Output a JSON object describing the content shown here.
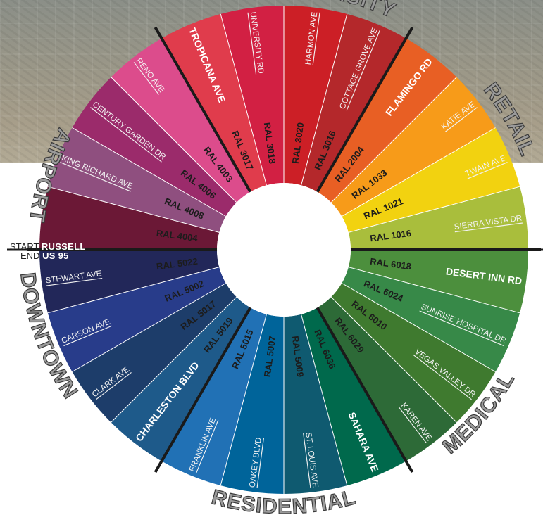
{
  "sectors": [
    {
      "street": "DESERT INN RD",
      "ral": "RAL 6018",
      "color": "#4c8f3d",
      "ral_text": "#1c1c1c",
      "major": true
    },
    {
      "street": "SUNRISE HOSPITAL DR",
      "ral": "RAL 6024",
      "color": "#378948",
      "ral_text": "#1c1c1c",
      "major": false
    },
    {
      "street": "VEGAS VALLEY DR",
      "ral": "RAL 6010",
      "color": "#3f7a2f",
      "ral_text": "#1c1c1c",
      "major": false
    },
    {
      "street": "KAREN AVE",
      "ral": "RAL 6029",
      "color": "#2d6a37",
      "ral_text": "#1c1c1c",
      "major": false
    },
    {
      "street": "SAHARA AVE",
      "ral": "RAL 6036",
      "color": "#00694c",
      "ral_text": "#1c1c1c",
      "major": true
    },
    {
      "street": "ST. LOUIS AVE",
      "ral": "RAL 5009",
      "color": "#0f5a70",
      "ral_text": "#1c1c1c",
      "major": false
    },
    {
      "street": "OAKEY BLVD",
      "ral": "RAL 5007",
      "color": "#00649a",
      "ral_text": "#1c1c1c",
      "major": false
    },
    {
      "street": "FRANKLIN AVE",
      "ral": "RAL 5015",
      "color": "#2171b5",
      "ral_text": "#1c1c1c",
      "major": false
    },
    {
      "street": "CHARLESTON BLVD",
      "ral": "RAL 5019",
      "color": "#1e5a8a",
      "ral_text": "#1c1c1c",
      "major": true
    },
    {
      "street": "CLARK AVE",
      "ral": "RAL 5017",
      "color": "#1d3d6a",
      "ral_text": "#1c1c1c",
      "major": false
    },
    {
      "street": "CARSON AVE",
      "ral": "RAL 5002",
      "color": "#283c8a",
      "ral_text": "#1c1c1c",
      "major": false
    },
    {
      "street": "STEWART AVE",
      "ral": "RAL 5022",
      "color": "#222759",
      "ral_text": "#1c1c1c",
      "major": false
    },
    {
      "street": "",
      "ral": "RAL 4004",
      "color": "#6b1836",
      "ral_text": "#1c1c1c",
      "major": true
    },
    {
      "street": "KING RICHARD AVE",
      "ral": "RAL 4008",
      "color": "#8f4f7f",
      "ral_text": "#1c1c1c",
      "major": false
    },
    {
      "street": "CENTURY GARDEN DR",
      "ral": "RAL 4006",
      "color": "#9b2b6b",
      "ral_text": "#1c1c1c",
      "major": false
    },
    {
      "street": "RENO AVE",
      "ral": "RAL 4003",
      "color": "#dc4c8c",
      "ral_text": "#1c1c1c",
      "major": false
    },
    {
      "street": "TROPICANA AVE",
      "ral": "RAL 3017",
      "color": "#e03c4c",
      "ral_text": "#1c1c1c",
      "major": true
    },
    {
      "street": "UNIVERSITY RD",
      "ral": "RAL 3018",
      "color": "#d22043",
      "ral_text": "#1c1c1c",
      "major": false
    },
    {
      "street": "HARMON AVE",
      "ral": "RAL 3020",
      "color": "#cc1f26",
      "ral_text": "#1c1c1c",
      "major": false
    },
    {
      "street": "COTTAGE GROVE AVE",
      "ral": "RAL 3016",
      "color": "#b4282b",
      "ral_text": "#1c1c1c",
      "major": false
    },
    {
      "street": "FLAMINGO RD",
      "ral": "RAL 2004",
      "color": "#e85f24",
      "ral_text": "#1c1c1c",
      "major": true
    },
    {
      "street": "KATIE AVE",
      "ral": "RAL 1033",
      "color": "#f79b19",
      "ral_text": "#1c1c1c",
      "major": false
    },
    {
      "street": "TWAIN AVE",
      "ral": "RAL 1021",
      "color": "#f2d210",
      "ral_text": "#1c1c1c",
      "major": false
    },
    {
      "street": "SIERRA VISTA DR",
      "ral": "RAL 1016",
      "color": "#a9be3c",
      "ral_text": "#1c1c1c",
      "major": false
    }
  ],
  "start": {
    "start_word": "START",
    "start_street": "RUSSELL",
    "end_word": "END",
    "end_street": "US 95"
  },
  "districts": [
    {
      "name": "MEDICAL",
      "key": "medical"
    },
    {
      "name": "RESIDENTIAL",
      "key": "residential"
    },
    {
      "name": "DOWNTOWN",
      "key": "downtown"
    },
    {
      "name": "AIRPORT",
      "key": "airport"
    },
    {
      "name": "UNIVERSITY",
      "key": "university"
    },
    {
      "name": "RETAIL",
      "key": "retail"
    }
  ],
  "colors": {
    "divider": "#1a1a1a",
    "district_text": "#9a9a9a",
    "district_stroke": "#3a3a3a",
    "hub": "#ffffff"
  }
}
